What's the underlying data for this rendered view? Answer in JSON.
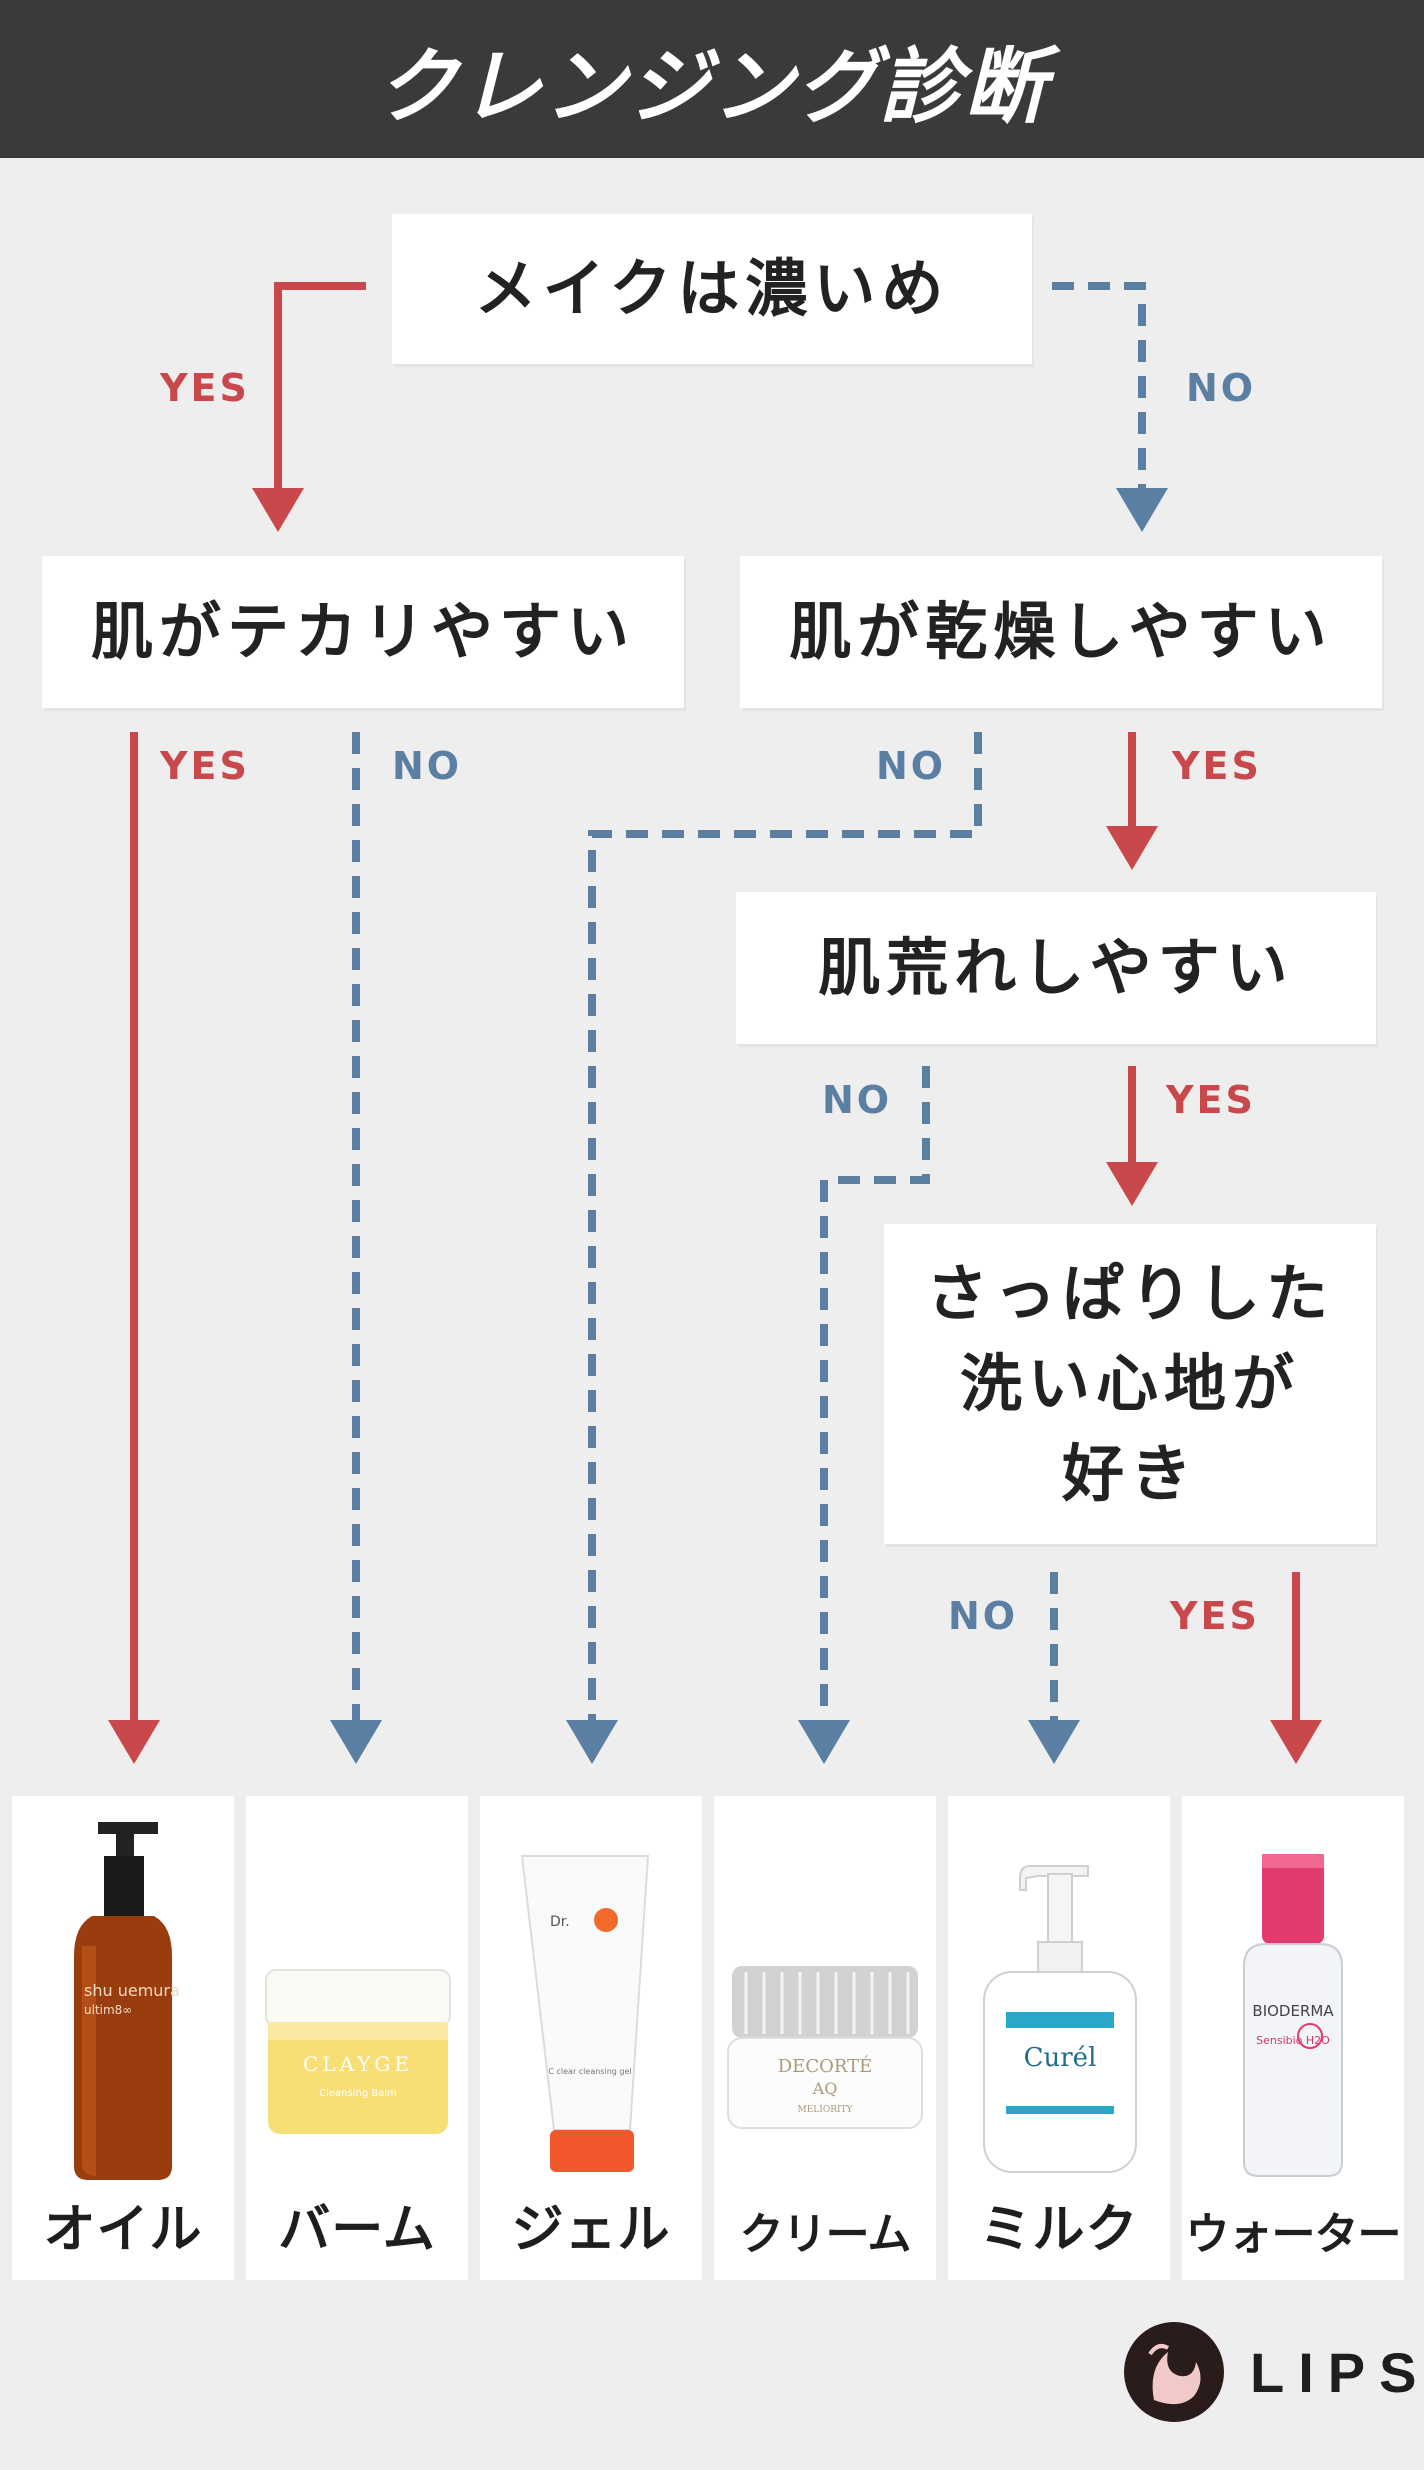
{
  "title": "クレンジング診断",
  "questions": {
    "q1": "メイクは濃いめ",
    "q2": "肌がテカリやすい",
    "q3": "肌が乾燥しやすい",
    "q4": "肌荒れしやすい",
    "q5": [
      "さっぱりした",
      "洗い心地が",
      "好き"
    ]
  },
  "answers": {
    "yes": "YES",
    "no": "NO"
  },
  "results": [
    {
      "name": "オイル",
      "icon": "oil-bottle-icon",
      "product_text": [
        "shu uemura",
        "ultim8∞"
      ]
    },
    {
      "name": "バーム",
      "icon": "balm-jar-icon",
      "product_text": [
        "CLAYGE",
        "Cleansing Balm"
      ]
    },
    {
      "name": "ジェル",
      "icon": "gel-tube-icon",
      "product_text": [
        "Dr.",
        "C clear cleansing gel"
      ]
    },
    {
      "name": "クリーム",
      "icon": "cream-jar-icon",
      "product_text": [
        "DECORTÉ",
        "AQ",
        "MELIORITY"
      ]
    },
    {
      "name": "ミルク",
      "icon": "milk-pump-bottle-icon",
      "product_text": [
        "Curél"
      ]
    },
    {
      "name": "ウォーター",
      "icon": "water-bottle-icon",
      "product_text": [
        "BIODERMA",
        "Sensibio H2O"
      ]
    }
  ],
  "brand": {
    "name": "LIPS",
    "icon": "lips-logo-icon"
  },
  "colors": {
    "yes": "#c9484c",
    "no": "#5b7fa3",
    "header": "#3a3a3a",
    "background": "#eeeeee"
  }
}
